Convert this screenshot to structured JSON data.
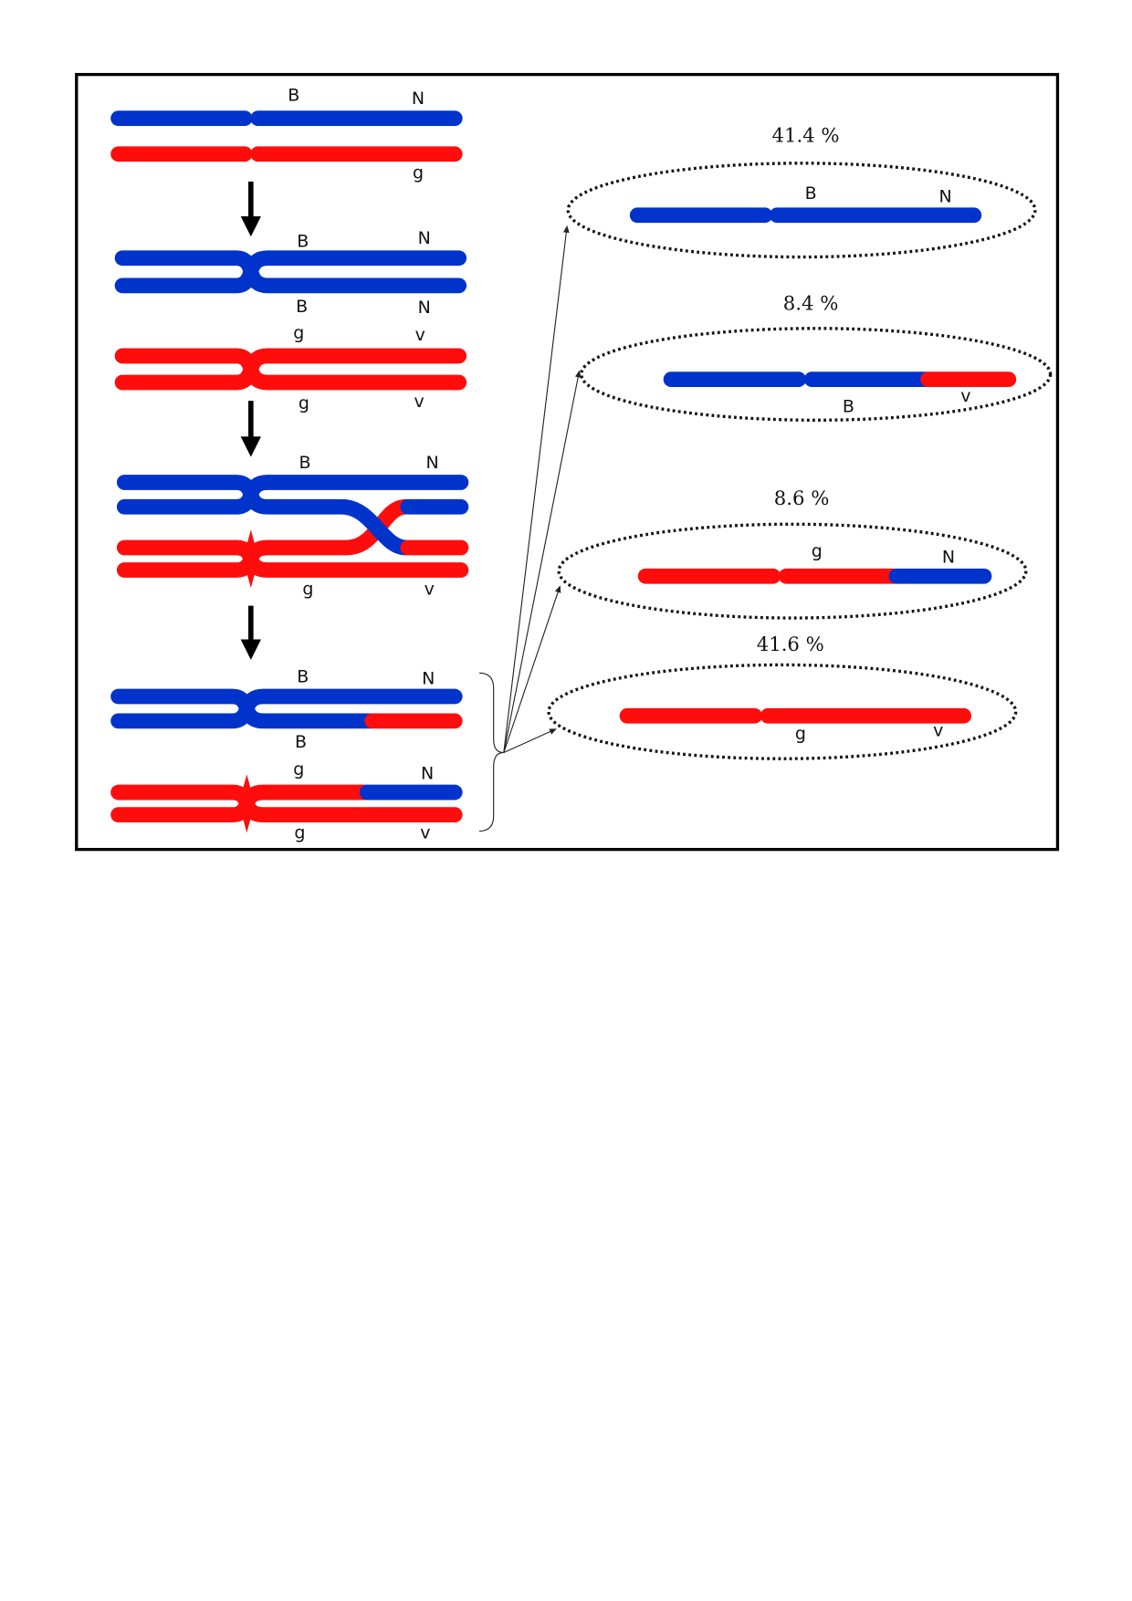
{
  "stage1": {
    "top_labels": [
      "B",
      "N"
    ],
    "bottom_labels": [
      "g"
    ]
  },
  "stage2": {
    "blue_top": [
      "B",
      "N"
    ],
    "blue_bottom": [
      "B",
      "N"
    ],
    "red_top": [
      "g",
      "v"
    ],
    "red_bottom": [
      "g",
      "v"
    ]
  },
  "stage3": {
    "top": [
      "B",
      "N"
    ],
    "bottom": [
      "g",
      "v"
    ]
  },
  "stage4": {
    "blue_top": [
      "B",
      "N"
    ],
    "blue_bottom": [
      "B"
    ],
    "red_top": [
      "g",
      "N"
    ],
    "red_bottom": [
      "g",
      "v"
    ]
  },
  "gametes": [
    {
      "percent": "41.4 %",
      "labels": [
        "B",
        "N"
      ]
    },
    {
      "percent": "8.4 %",
      "labels": [
        "B",
        "v"
      ]
    },
    {
      "percent": "8.6 %",
      "labels": [
        "g",
        "N"
      ]
    },
    {
      "percent": "41.6 %",
      "labels": [
        "g",
        "v"
      ]
    }
  ],
  "colors": {
    "blue": "#0033cc",
    "red": "#ff0d0d"
  }
}
